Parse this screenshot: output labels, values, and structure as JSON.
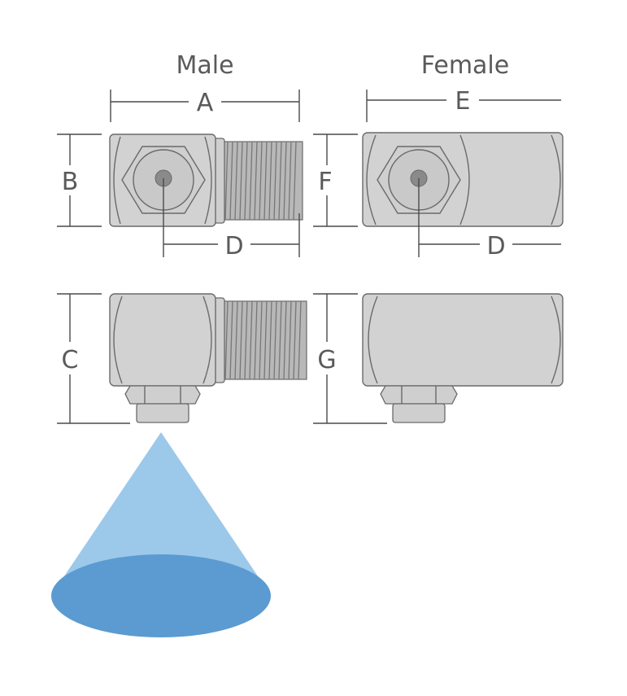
{
  "headers": {
    "male": "Male",
    "female": "Female"
  },
  "dimensions": {
    "a": "A",
    "b": "B",
    "c": "C",
    "d_male": "D",
    "d_female": "D",
    "e": "E",
    "f": "F",
    "g": "G"
  },
  "colors": {
    "body": "#d2d2d2",
    "outline": "#6a6a6a",
    "spray_light": "#9cc8ea",
    "spray_dark": "#5b9bd1"
  }
}
